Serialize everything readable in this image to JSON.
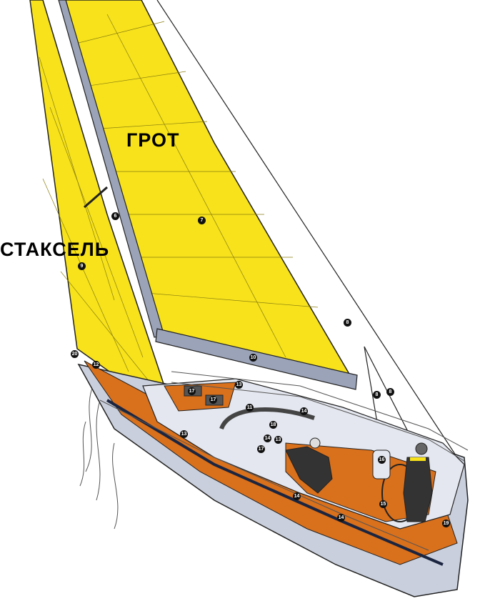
{
  "labels": {
    "mainsail": "ГРОТ",
    "jib": "СТАКСЕЛЬ"
  },
  "markers": [
    "6",
    "7",
    "9",
    "8",
    "8",
    "8",
    "10",
    "20",
    "12",
    "17",
    "17",
    "13",
    "11",
    "18",
    "14",
    "14",
    "13",
    "17",
    "13",
    "16",
    "15",
    "14",
    "14",
    "19"
  ],
  "colors": {
    "sail": "#f7e21b",
    "teak": "#d9701c",
    "hull": "#c9cfdc",
    "deck": "#e4e7ef",
    "outline": "#222222",
    "crew": "#333333"
  }
}
